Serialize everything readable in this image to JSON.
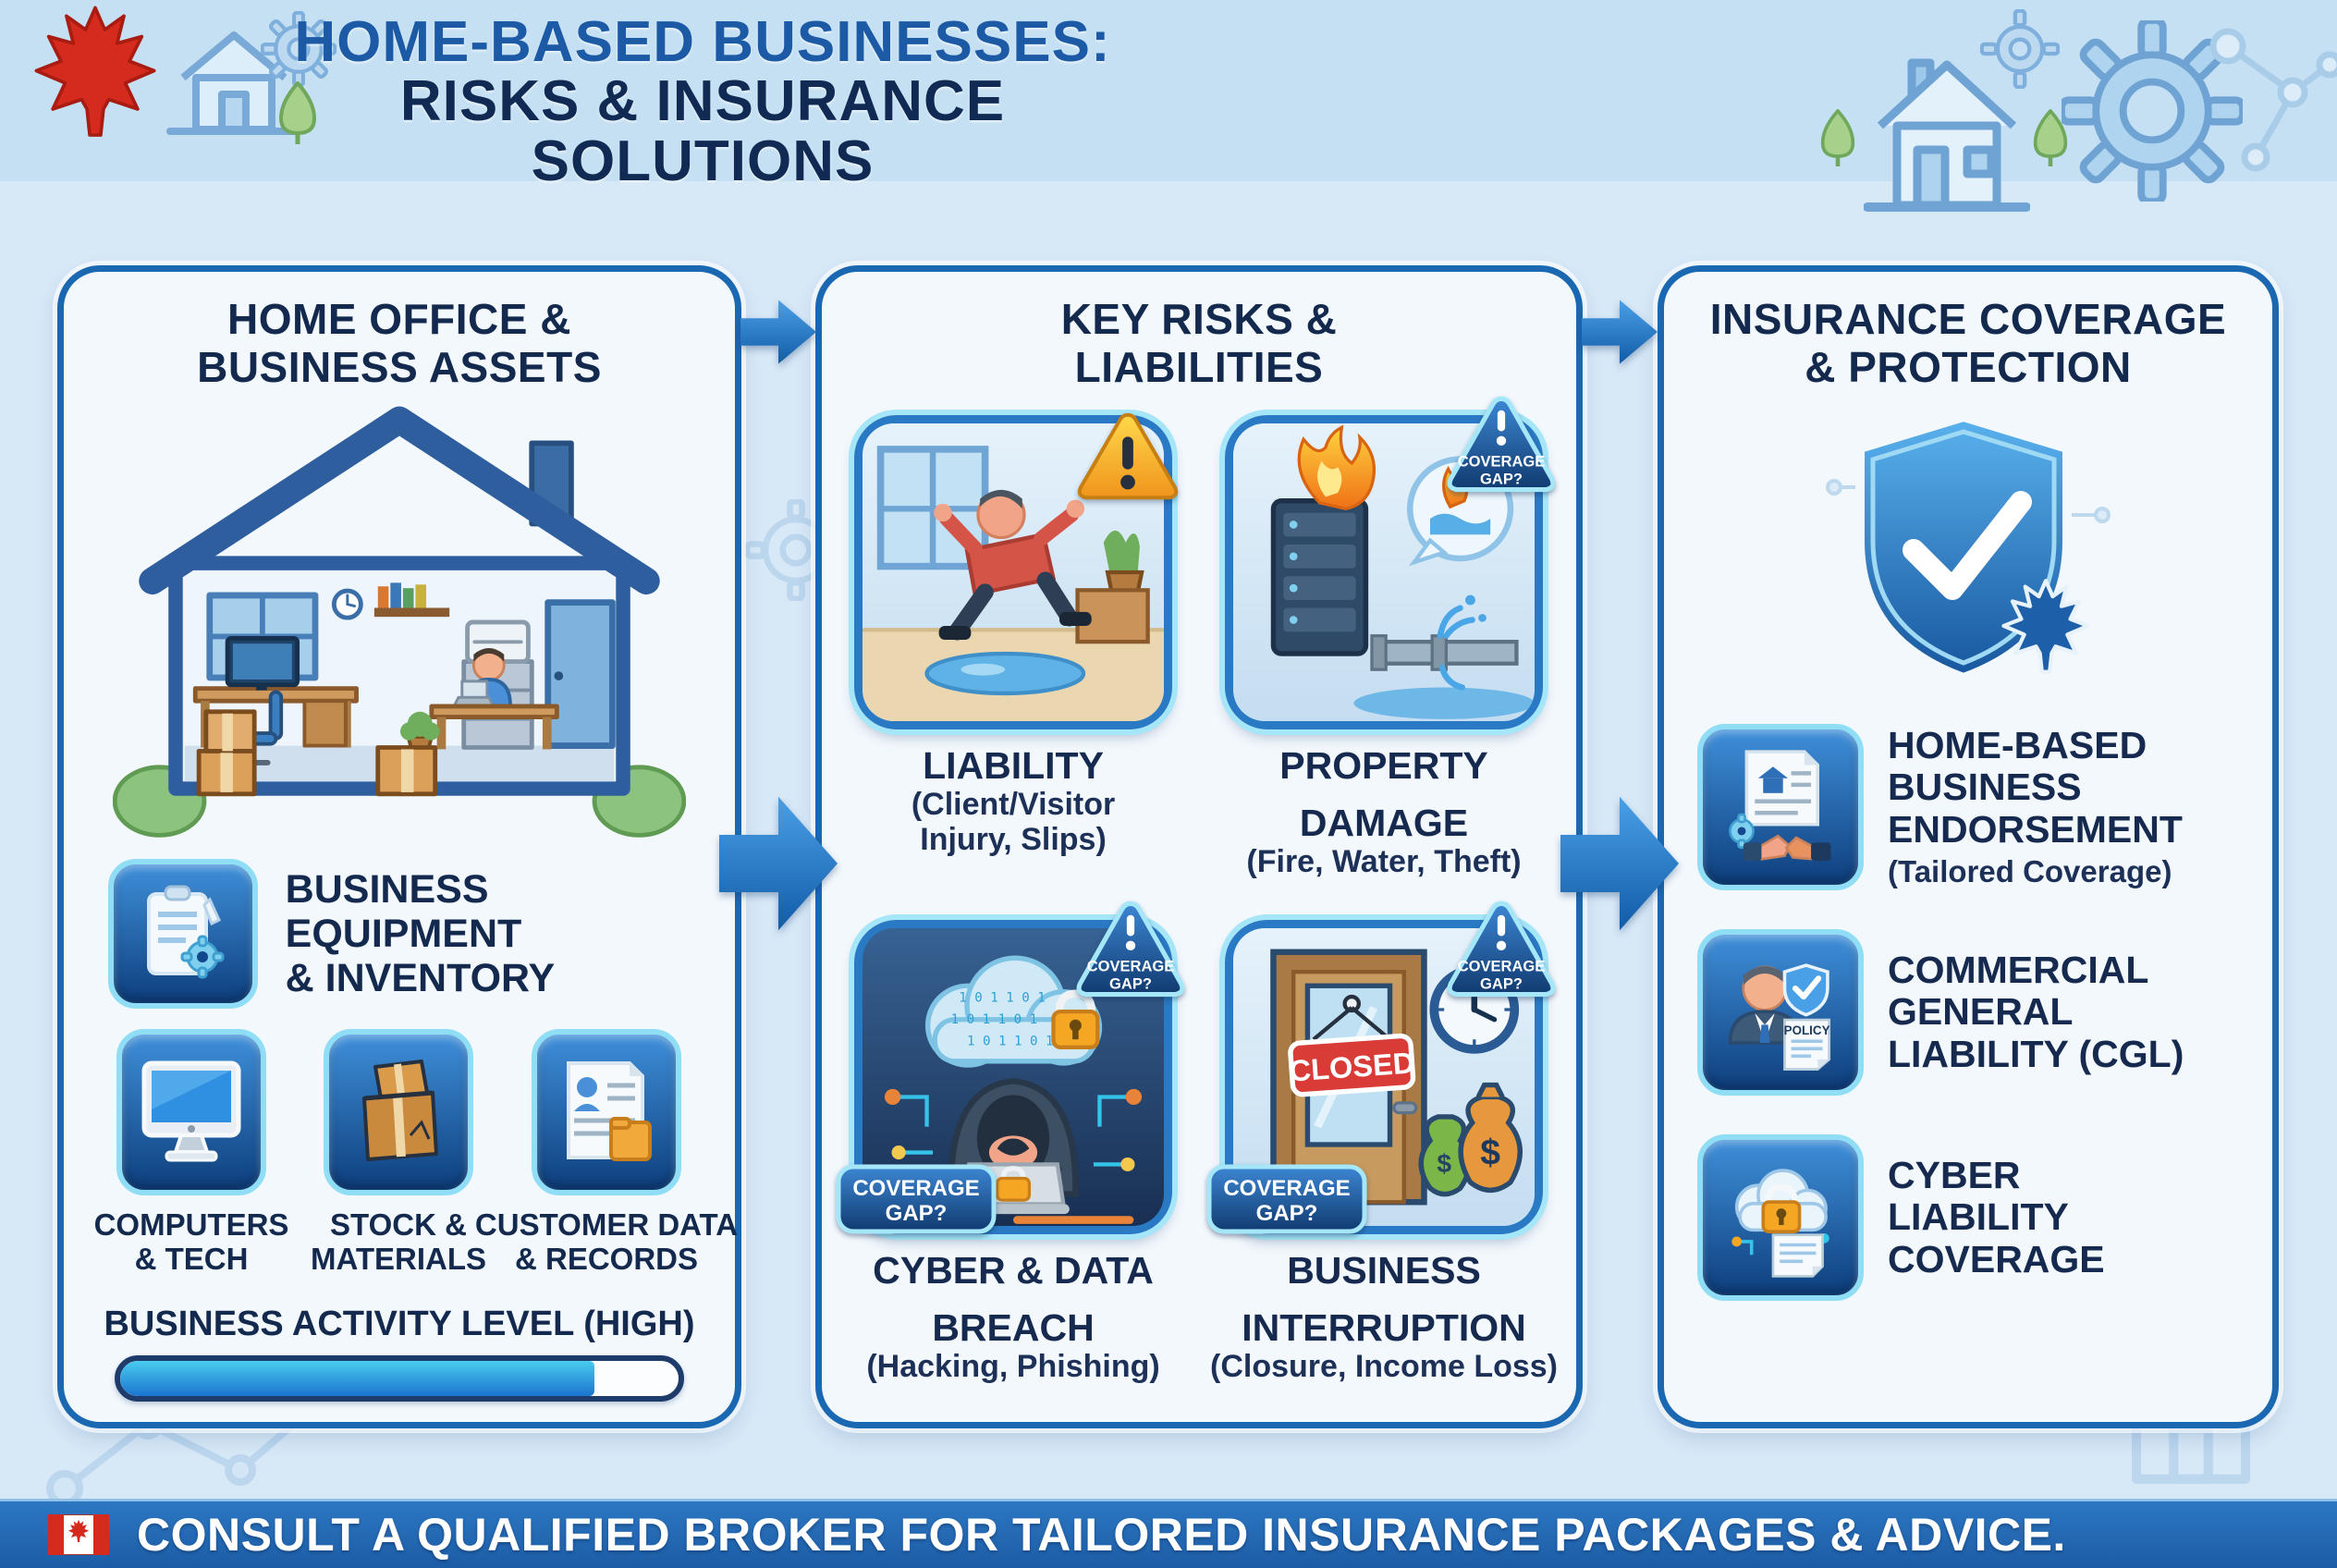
{
  "header": {
    "title_line1": "HOME-BASED BUSINESSES:",
    "title_line2": "RISKS & INSURANCE SOLUTIONS"
  },
  "panel_assets": {
    "title_line1": "HOME OFFICE &",
    "title_line2": "BUSINESS ASSETS",
    "equipment_line1": "BUSINESS EQUIPMENT",
    "equipment_line2": "& INVENTORY",
    "assets": [
      {
        "line1": "COMPUTERS",
        "line2": "& TECH"
      },
      {
        "line1": "STOCK &",
        "line2": "MATERIALS"
      },
      {
        "line1": "CUSTOMER DATA",
        "line2": "& RECORDS"
      }
    ],
    "activity_label": "BUSINESS ACTIVITY LEVEL (HIGH)",
    "activity_percent": 85
  },
  "panel_risks": {
    "title_line1": "KEY RISKS &",
    "title_line2": "LIABILITIES",
    "risks": [
      {
        "name1": "LIABILITY",
        "name2": "",
        "sub1": "(Client/Visitor",
        "sub2": "Injury, Slips)"
      },
      {
        "name1": "PROPERTY",
        "name2": "DAMAGE",
        "sub1": "(Fire, Water, Theft)",
        "sub2": ""
      },
      {
        "name1": "CYBER & DATA",
        "name2": "BREACH",
        "sub1": "(Hacking, Phishing)",
        "sub2": ""
      },
      {
        "name1": "BUSINESS",
        "name2": "INTERRUPTION",
        "sub1": "(Closure, Income Loss)",
        "sub2": ""
      }
    ],
    "closed_sign": "CLOSED",
    "money_symbol": "$",
    "binary_pattern": "1 0 1 1 0 1"
  },
  "panel_insurance": {
    "title_line1": "INSURANCE COVERAGE",
    "title_line2": "& PROTECTION",
    "items": [
      {
        "line1": "HOME-BASED",
        "line2": "BUSINESS",
        "line3": "ENDORSEMENT",
        "sub": "(Tailored Coverage)"
      },
      {
        "line1": "COMMERCIAL",
        "line2": "GENERAL",
        "line3": "LIABILITY (CGL)",
        "sub": ""
      },
      {
        "line1": "CYBER",
        "line2": "LIABILITY",
        "line3": "COVERAGE",
        "sub": ""
      }
    ],
    "policy_doc_label": "POLICY"
  },
  "badge": {
    "line1": "COVERAGE",
    "line2": "GAP?"
  },
  "footer": {
    "text": "CONSULT A QUALIFIED BROKER FOR TAILORED INSURANCE PACKAGES & ADVICE."
  },
  "colors": {
    "accent_blue": "#1a67b2",
    "navy_text": "#13294e",
    "title_blue": "#1c5aa6",
    "panel_bg": "#f3f8fd",
    "page_bg": "#d7e8f7",
    "header_bg": "#c6e0f3",
    "footer_bg": "#2063b0",
    "canada_red": "#d52b1e",
    "warning_yellow": "#f5a91f",
    "progress_fill": "#1b74cf",
    "tile_gradient_top": "#3f8fd9",
    "tile_gradient_bottom": "#0e3f7d"
  },
  "icons": {
    "maple-leaf": "canadian maple leaf",
    "house-outline": "house with trees",
    "gear": "gear",
    "network-nodes": "connected network nodes",
    "clipboard-gear": "clipboard with gear",
    "computer": "desktop monitor",
    "boxes": "stacked cardboard boxes",
    "records": "document with person and folder",
    "home-office": "isometric cutaway home office",
    "slip-fall": "person slipping on wet floor",
    "warning-triangle": "yellow exclamation triangle",
    "fire-water": "burning server with burst pipe",
    "hacker": "hooded hacker with cloud and padlocks",
    "closed-door": "closed door with clock and money bags",
    "shield-check": "shield with checkmark and maple leaf",
    "endorsement-doc": "house document with handshake",
    "broker-policy": "businessman with shield and policy document",
    "cyber-cloud-lock": "cloud with padlock and document",
    "canada-flag": "canadian flag"
  }
}
